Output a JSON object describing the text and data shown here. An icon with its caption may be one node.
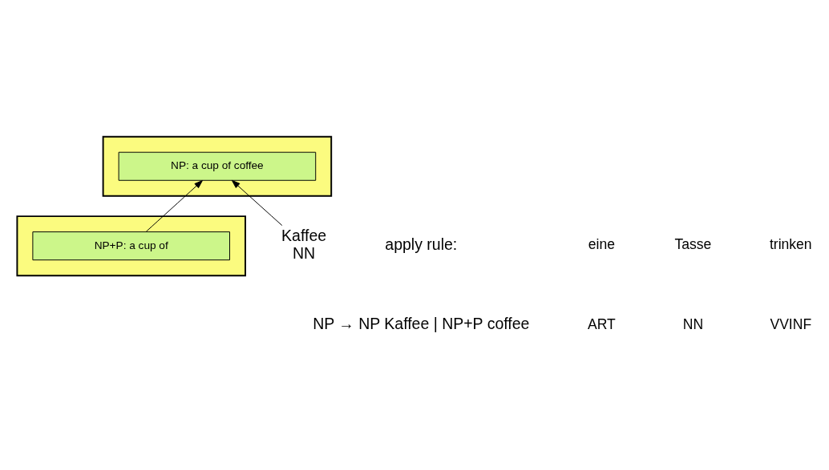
{
  "diagram": {
    "nodes": [
      {
        "text": [],
        "shape": "box"
      },
      {
        "text": [
          "NP: a cup of coffee"
        ],
        "in": 0
      },
      {
        "text": [],
        "shape": "box"
      },
      {
        "text": [
          "NP+P: a cup of"
        ],
        "in": 2
      },
      {
        "text": [
          "Kaffee",
          "NN"
        ]
      }
    ],
    "edges": [
      {
        "from": 3,
        "to": 1,
        "arrow": "to"
      },
      {
        "from": 4,
        "to": 1,
        "arrow": "to"
      }
    ],
    "labels": [
      "apply rule:",
      "NP → NP Kaffee | NP+P coffee",
      "eine",
      "ART",
      "Tasse",
      "NN",
      "trinken",
      "VVINF"
    ]
  }
}
